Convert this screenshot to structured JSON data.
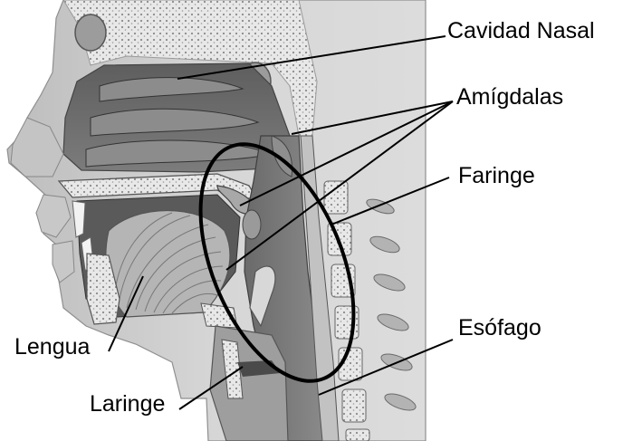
{
  "labels": {
    "cavidad_nasal": "Cavidad Nasal",
    "amigdalas": "Amígdalas",
    "faringe": "Faringe",
    "esofago": "Esófago",
    "lengua": "Lengua",
    "laringe": "Laringe"
  },
  "colors": {
    "background": "#ffffff",
    "skin": "#cfcfcf",
    "skin_shadow": "#a9a9a9",
    "cavity": "#6e6e6e",
    "cavity_dark": "#4a4a4a",
    "bone": "#e6e6e6",
    "bone_dots": "#8a8a8a",
    "tissue": "#b8b8b8",
    "leader": "#000000"
  }
}
